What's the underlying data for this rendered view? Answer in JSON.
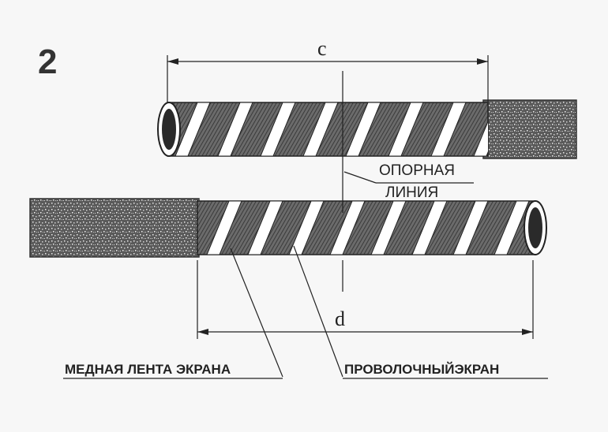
{
  "figure": {
    "number": "2"
  },
  "dimensions": {
    "top": "c",
    "bottom": "d"
  },
  "labels": {
    "reference_line_1": "ОПОРНАЯ",
    "reference_line_2": "ЛИНИЯ",
    "copper_tape": "МЕДНАЯ ЛЕНТА ЭКРАНА",
    "wire_screen": "ПРОВОЛОЧНЫЙЭКРАН"
  },
  "colors": {
    "ink": "#222222",
    "paper": "#f7f7f7",
    "jacket": "#555555"
  }
}
